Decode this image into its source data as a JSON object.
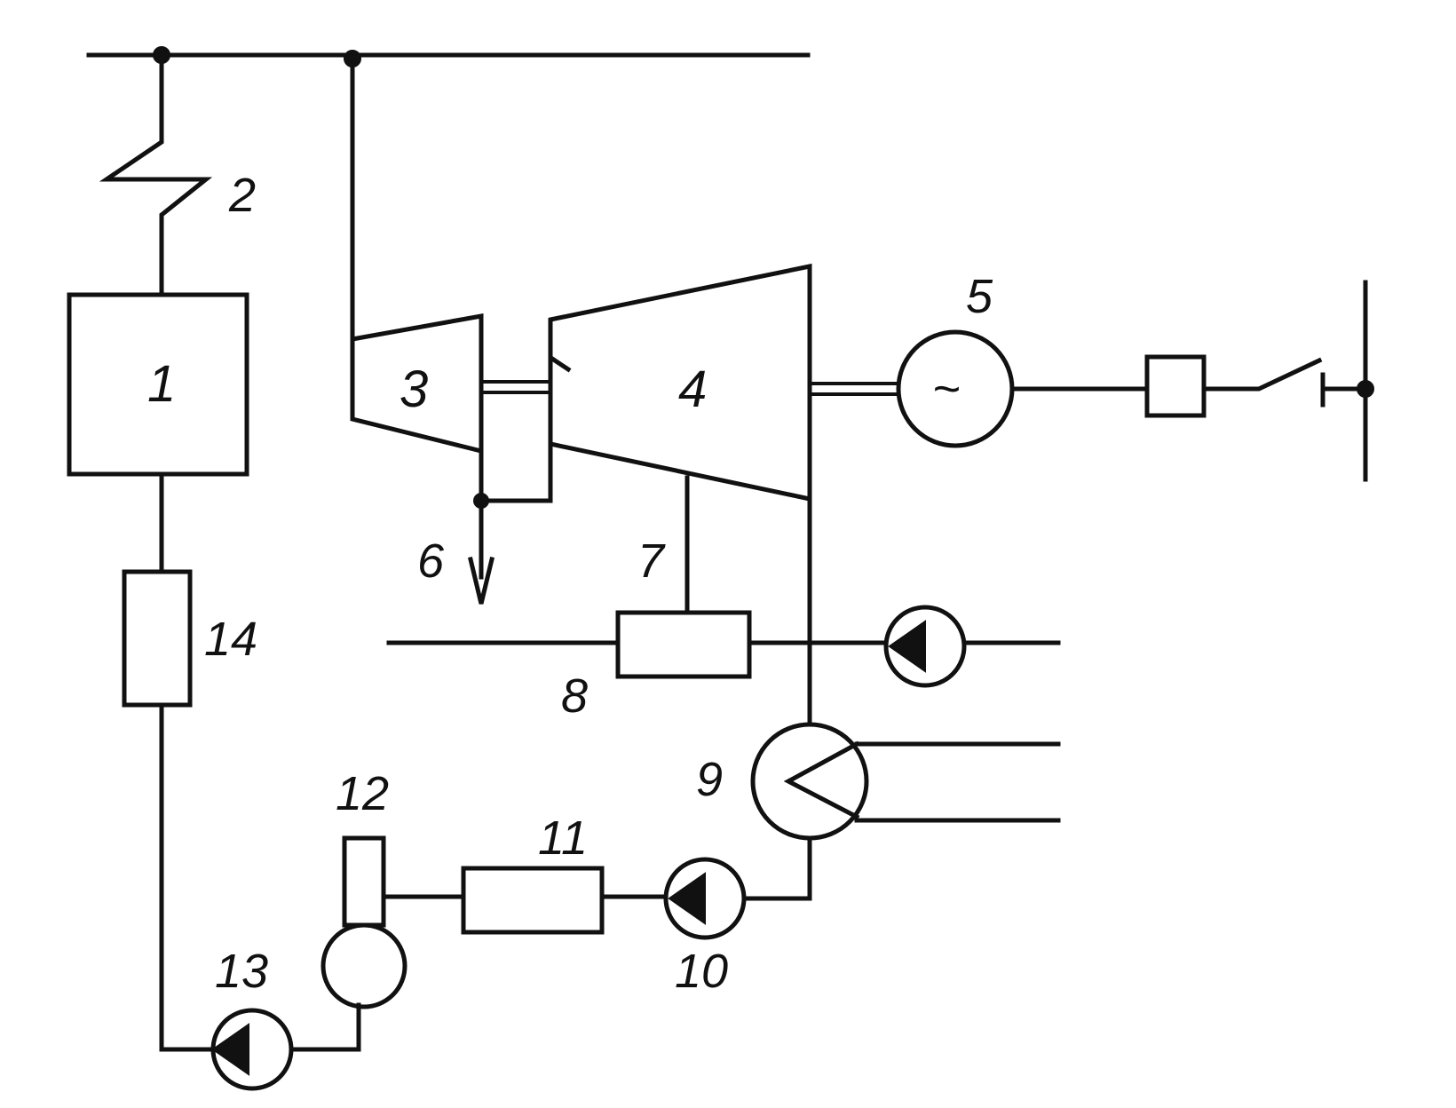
{
  "diagram": {
    "labels": {
      "boiler": "1",
      "superheater": "2",
      "hp_turbine": "3",
      "lp_turbine": "4",
      "generator": "5",
      "extraction": "6",
      "extraction_heater": "7",
      "heater": "8",
      "condenser": "9",
      "condensate_pump": "10",
      "lp_heater": "11",
      "deaerator": "12",
      "feed_pump": "13",
      "hp_heater": "14"
    },
    "generator_symbol": "~"
  }
}
